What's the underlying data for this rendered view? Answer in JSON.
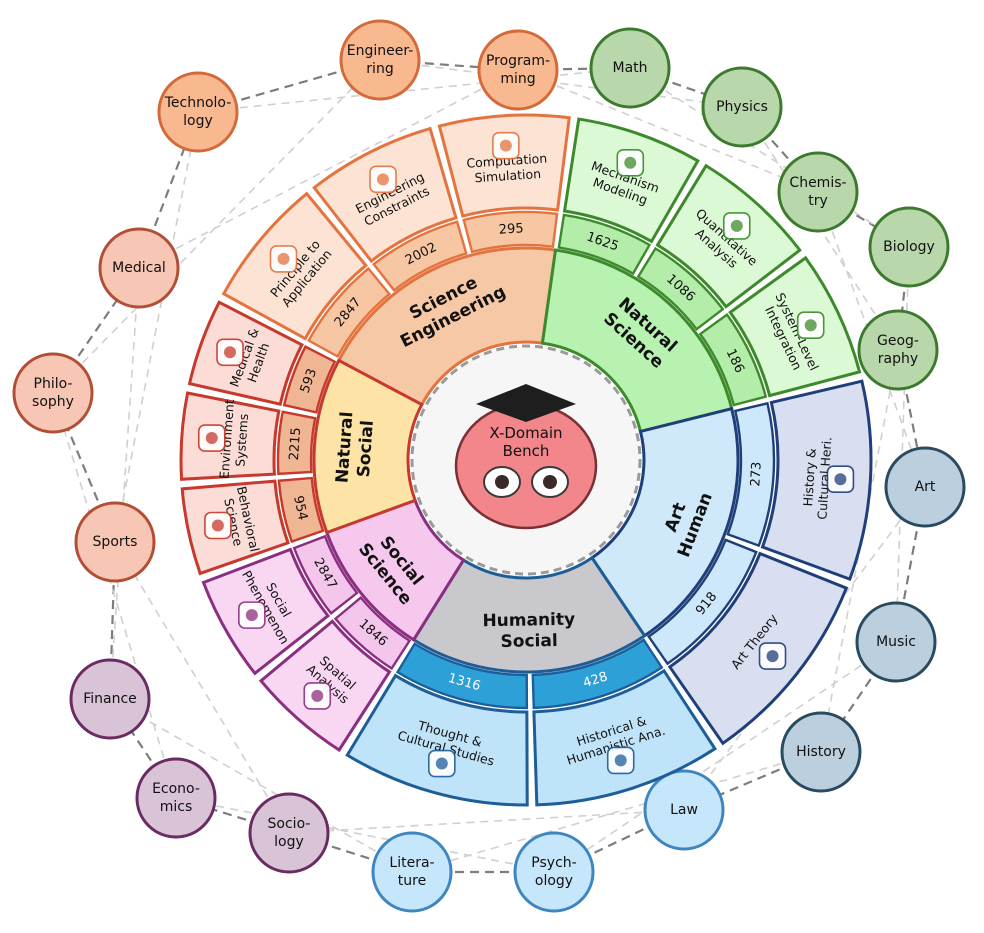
{
  "center": {
    "label_lines": [
      "X-Domain",
      "Bench"
    ]
  },
  "groups": [
    {
      "id": "science-engineering",
      "label_lines": [
        "Science",
        "Engineering"
      ],
      "colors": {
        "inner": "#f6c8a5",
        "num": "#f7c7a3",
        "cat": "#fde3d3",
        "stroke": "#e3733f",
        "node": "#f8b890",
        "node_stroke": "#d36a3a"
      },
      "cats": [
        {
          "label_lines": [
            "Principle to",
            "Application"
          ],
          "count": "2847",
          "icon": "drill-icon"
        },
        {
          "label_lines": [
            "Engineering",
            "Constraints"
          ],
          "count": "2002",
          "icon": "tools-icon"
        },
        {
          "label_lines": [
            "Computation",
            "Simulation"
          ],
          "count": "295",
          "icon": "plug-icon"
        }
      ]
    },
    {
      "id": "natural-science",
      "label_lines": [
        "Natural",
        "Science"
      ],
      "colors": {
        "inner": "#b7f2b1",
        "num": "#b4ecaa",
        "cat": "#dcf9d5",
        "stroke": "#3d8a2c",
        "node": "#b8d8ac",
        "node_stroke": "#3d7a2e"
      },
      "cats": [
        {
          "label_lines": [
            "Mechanism",
            "Modeling"
          ],
          "count": "1625",
          "icon": "cube-icon"
        },
        {
          "label_lines": [
            "Quantitative",
            "Analysis"
          ],
          "count": "1086",
          "icon": "blocks-icon"
        },
        {
          "label_lines": [
            "System-Level",
            "Integration"
          ],
          "count": "186",
          "icon": "landscape-icon"
        }
      ]
    },
    {
      "id": "art-human",
      "label_lines": [
        "Art",
        "Human"
      ],
      "colors": {
        "inner": "#cfe9fb",
        "num": "#cde8fb",
        "cat": "#d9dff0",
        "stroke": "#1f3f7a",
        "node": "#bccfdf",
        "node_stroke": "#2a4a5f"
      },
      "cats": [
        {
          "label_lines": [
            "History &",
            "Cultural Heri."
          ],
          "count": "273",
          "icon": "pagoda-icon"
        },
        {
          "label_lines": [
            "Art Theory"
          ],
          "count": "918",
          "icon": "palette-icon"
        }
      ]
    },
    {
      "id": "humanity-social",
      "label_lines": [
        "Humanity",
        "Social"
      ],
      "colors": {
        "inner": "#c9c9cd",
        "num": "#2ea0d8",
        "cat": "#bfe3f8",
        "stroke": "#1d5e98",
        "node": "#c6e6fb",
        "node_stroke": "#3d86c0"
      },
      "cats": [
        {
          "label_lines": [
            "Historical &",
            "Humanistic Ana."
          ],
          "count": "428",
          "icon": "fan-icon"
        },
        {
          "label_lines": [
            "Thought &",
            "Cultural Studies"
          ],
          "count": "1316",
          "icon": "scroll-icon"
        }
      ]
    },
    {
      "id": "social-science",
      "label_lines": [
        "Social",
        "Science"
      ],
      "colors": {
        "inner": "#f6c8ee",
        "num": "#f4c6ec",
        "cat": "#f9d7f3",
        "stroke": "#8a2f80",
        "node": "#d9c3d6",
        "node_stroke": "#6a2a62"
      },
      "cats": [
        {
          "label_lines": [
            "Spatial",
            "Analysis"
          ],
          "count": "1846",
          "icon": "orbit-icon"
        },
        {
          "label_lines": [
            "Social",
            "Phenomenon"
          ],
          "count": "2847",
          "icon": "location-person-icon"
        }
      ]
    },
    {
      "id": "natural-social",
      "label_lines": [
        "Natural",
        "Social"
      ],
      "colors": {
        "inner": "#fde4a6",
        "num": "#f0b694",
        "cat": "#fbdcd6",
        "stroke": "#c6392c",
        "node": "#f7c6b4",
        "node_stroke": "#b24e36"
      },
      "cats": [
        {
          "label_lines": [
            "Behavioral",
            "Science"
          ],
          "count": "954",
          "icon": "gear-screen-icon"
        },
        {
          "label_lines": [
            "Environment",
            "Systems"
          ],
          "count": "2215",
          "icon": "factory-icon"
        },
        {
          "label_lines": [
            "Medical &",
            "Health"
          ],
          "count": "593",
          "icon": "medkit-icon"
        }
      ]
    }
  ],
  "nodes": [
    {
      "label_lines": [
        "Technolo-",
        "logy"
      ],
      "group": "science-engineering"
    },
    {
      "label_lines": [
        "Engineer-",
        "ring"
      ],
      "group": "science-engineering"
    },
    {
      "label_lines": [
        "Program-",
        "ming"
      ],
      "group": "science-engineering"
    },
    {
      "label_lines": [
        "Math"
      ],
      "group": "natural-science"
    },
    {
      "label_lines": [
        "Physics"
      ],
      "group": "natural-science"
    },
    {
      "label_lines": [
        "Chemis-",
        "try"
      ],
      "group": "natural-science"
    },
    {
      "label_lines": [
        "Biology"
      ],
      "group": "natural-science"
    },
    {
      "label_lines": [
        "Geog-",
        "raphy"
      ],
      "group": "natural-science"
    },
    {
      "label_lines": [
        "Art"
      ],
      "group": "art-human"
    },
    {
      "label_lines": [
        "Music"
      ],
      "group": "art-human"
    },
    {
      "label_lines": [
        "History"
      ],
      "group": "art-human"
    },
    {
      "label_lines": [
        "Law"
      ],
      "group": "humanity-social"
    },
    {
      "label_lines": [
        "Psych-",
        "ology"
      ],
      "group": "humanity-social"
    },
    {
      "label_lines": [
        "Litera-",
        "ture"
      ],
      "group": "humanity-social"
    },
    {
      "label_lines": [
        "Socio-",
        "logy"
      ],
      "group": "social-science"
    },
    {
      "label_lines": [
        "Econo-",
        "mics"
      ],
      "group": "social-science"
    },
    {
      "label_lines": [
        "Finance"
      ],
      "group": "social-science"
    },
    {
      "label_lines": [
        "Sports"
      ],
      "group": "natural-social"
    },
    {
      "label_lines": [
        "Philo-",
        "sophy"
      ],
      "group": "natural-social"
    },
    {
      "label_lines": [
        "Medical"
      ],
      "group": "natural-social"
    }
  ]
}
